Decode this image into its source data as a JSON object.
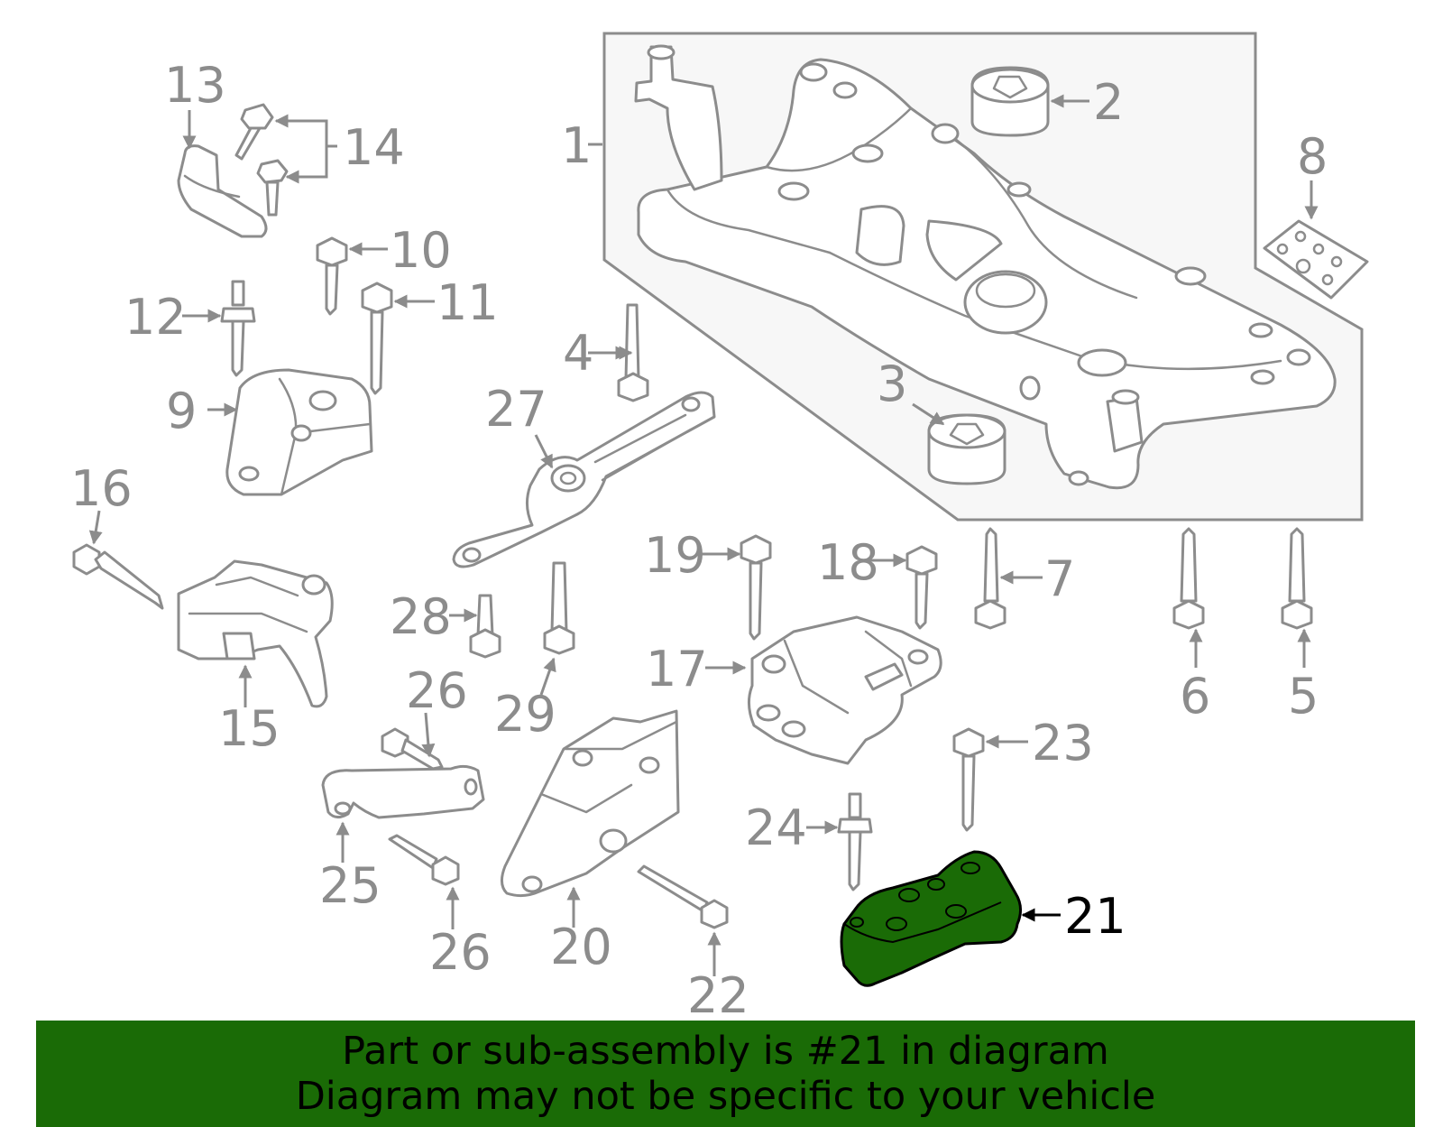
{
  "labels": {
    "p1": "1",
    "p2": "2",
    "p3": "3",
    "p4": "4",
    "p5": "5",
    "p6": "6",
    "p7": "7",
    "p8": "8",
    "p9": "9",
    "p10": "10",
    "p11": "11",
    "p12": "12",
    "p13": "13",
    "p14": "14",
    "p15": "15",
    "p16": "16",
    "p17": "17",
    "p18": "18",
    "p19": "19",
    "p20": "20",
    "p21": "21",
    "p22": "22",
    "p23": "23",
    "p24": "24",
    "p25": "25",
    "p26a": "26",
    "p26b": "26",
    "p27": "27",
    "p28": "28",
    "p29": "29"
  },
  "highlight": {
    "part": "21",
    "color": "#1a6b06"
  },
  "colors": {
    "line": "#8c8c8c",
    "banner": "#1a6b06",
    "assembly_fill": "#f7f7f7"
  },
  "banner": {
    "line1": "Part or sub-assembly is #21 in diagram",
    "line2": "Diagram may not be specific to your vehicle"
  }
}
